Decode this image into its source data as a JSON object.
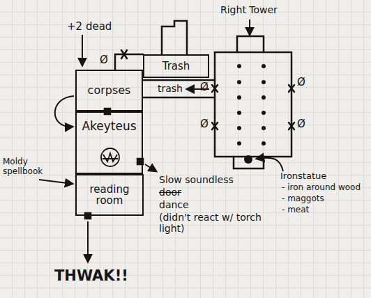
{
  "diagram": {
    "nodes": [
      {
        "text": [
          "Trash"
        ]
      },
      {
        "text": [
          "corpses"
        ]
      },
      {
        "text": [
          "Akeyteus"
        ]
      },
      {
        "text": [
          "reading room"
        ]
      }
    ],
    "labels": [
      "+2 dead",
      "Ø",
      "trash",
      "Ø",
      "Right Tower",
      "Ø",
      "Ø",
      "Ø",
      "Moldy spellbook",
      "Slow soundless",
      "door",
      "dance",
      "(didn't react w/ torch light)",
      "Ironstatue",
      "- iron around wood",
      "- maggots",
      "- meat",
      "THWAK!!"
    ]
  }
}
